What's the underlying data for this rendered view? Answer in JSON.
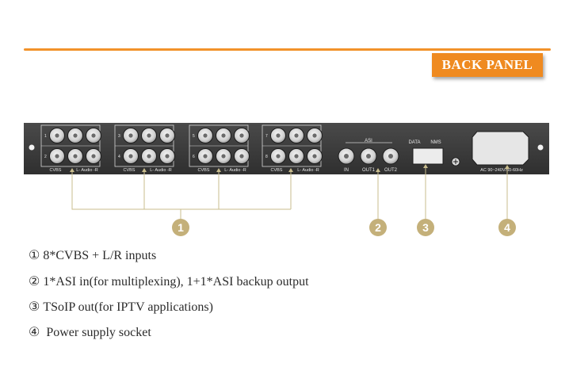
{
  "header": {
    "title": "BACK PANEL"
  },
  "panel": {
    "groups": [
      {
        "row_numbers": [
          "1",
          "2"
        ],
        "labels": [
          "CVBS",
          "L- Audio -R"
        ]
      },
      {
        "row_numbers": [
          "3",
          "4"
        ],
        "labels": [
          "CVBS",
          "L- Audio -R"
        ]
      },
      {
        "row_numbers": [
          "5",
          "6"
        ],
        "labels": [
          "CVBS",
          "L- Audio -R"
        ]
      },
      {
        "row_numbers": [
          "7",
          "8"
        ],
        "labels": [
          "CVBS",
          "L- Audio -R"
        ]
      }
    ],
    "asi": {
      "title": "ASI",
      "ports": [
        "IN",
        "OUT1",
        "OUT2"
      ]
    },
    "data_label": "DATA",
    "nms_label": "NMS",
    "power_label": "AC 90~240V/50-60Hz"
  },
  "callouts": [
    "1",
    "2",
    "3",
    "4"
  ],
  "legend": [
    {
      "num": "①",
      "text": "8*CVBS + L/R inputs"
    },
    {
      "num": "②",
      "text": "1*ASI in(for multiplexing), 1+1*ASI backup output"
    },
    {
      "num": "③",
      "text": "TSoIP out(for IPTV applications)"
    },
    {
      "num": "④",
      "text": " Power supply socket"
    }
  ],
  "colors": {
    "accent": "#ef8a20",
    "panel": "#3b3b3b",
    "callout": "#c4b07a",
    "line": "#c9bd8e"
  }
}
